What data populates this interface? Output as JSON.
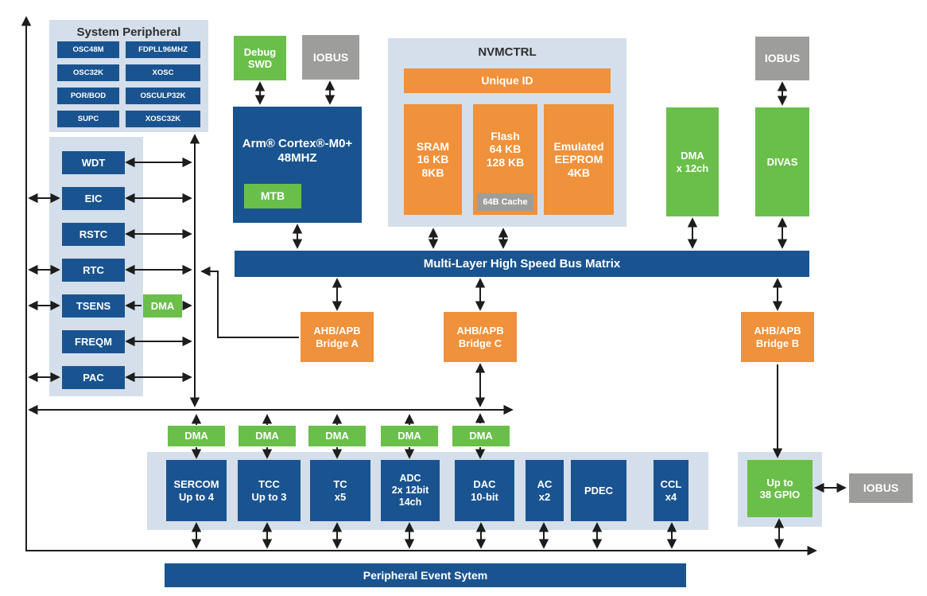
{
  "colors": {
    "block_blue": "#1a5490",
    "block_orange": "#f0913b",
    "block_green": "#6abf4a",
    "block_gray": "#9d9d9c",
    "container_bg": "#d4dfeb",
    "line": "#1d1d1b"
  },
  "sys": {
    "title": "System Peripheral",
    "items": [
      "OSC48M",
      "FDPLL96MHZ",
      "OSC32K",
      "XOSC",
      "POR/BOD",
      "OSCULP32K",
      "SUPC",
      "XOSC32K"
    ]
  },
  "left": {
    "items": [
      "WDT",
      "EIC",
      "RSTC",
      "RTC",
      "TSENS",
      "FREQM",
      "PAC"
    ],
    "dma": "DMA"
  },
  "cpu": {
    "debug": "Debug\nSWD",
    "iobus": "IOBUS",
    "core": "Arm® Cortex®-M0+\n48MHZ",
    "mtb": "MTB"
  },
  "nvm": {
    "title": "NVMCTRL",
    "unique_id": "Unique ID",
    "sram": "SRAM\n16 KB\n8KB",
    "flash": "Flash\n64 KB\n128 KB",
    "cache": "64B Cache",
    "eeprom": "Emulated\nEEPROM\n4KB"
  },
  "right": {
    "dma": "DMA\nx 12ch",
    "iobus": "IOBUS",
    "divas": "DIVAS"
  },
  "bus": {
    "matrix": "Multi-Layer High Speed Bus Matrix",
    "bridge_a": "AHB/APB\nBridge A",
    "bridge_c": "AHB/APB\nBridge C",
    "bridge_b": "AHB/APB\nBridge B"
  },
  "bottom": {
    "dma": [
      "DMA",
      "DMA",
      "DMA",
      "DMA",
      "DMA"
    ],
    "periph": [
      "SERCOM\nUp to 4",
      "TCC\nUp to 3",
      "TC\nx5",
      "ADC\n2x 12bit\n14ch",
      "DAC\n10-bit",
      "AC\nx2",
      "PDEC",
      "CCL\nx4"
    ]
  },
  "gpio": {
    "label": "Up to\n38 GPIO",
    "iobus": "IOBUS"
  },
  "event": {
    "label": "Peripheral Event Sytem"
  }
}
